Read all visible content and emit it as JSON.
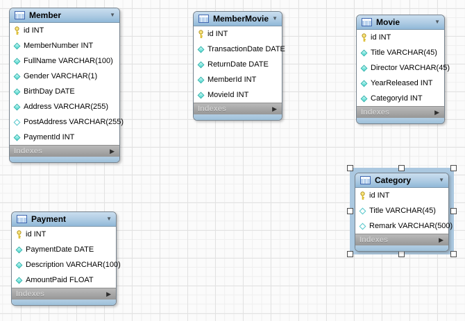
{
  "app": {
    "view": "eer-diagram-canvas"
  },
  "labels": {
    "indexes": "Indexes"
  },
  "icons": {
    "collapse": "▼",
    "expand": "▶"
  },
  "colors": {
    "header_top": "#cadeef",
    "header_bottom": "#90b8d8",
    "table_border": "#76828d",
    "indexes_bar": "#a5a5a5",
    "footer_strip": "#a8c8df",
    "selection_fill": "#abc8e0",
    "key_icon": "#f0d13f",
    "attribute_icon": "#6fe0da",
    "grid_minor": "#efefef",
    "grid_major": "#e2e2e2"
  },
  "tables": [
    {
      "title": "Member",
      "selected": false,
      "columns": [
        {
          "text": "id INT",
          "icon": "primary-key"
        },
        {
          "text": "MemberNumber INT",
          "icon": "attribute"
        },
        {
          "text": "FullName VARCHAR(100)",
          "icon": "attribute"
        },
        {
          "text": "Gender VARCHAR(1)",
          "icon": "attribute"
        },
        {
          "text": "BirthDay DATE",
          "icon": "attribute"
        },
        {
          "text": "Address VARCHAR(255)",
          "icon": "attribute"
        },
        {
          "text": "PostAddress VARCHAR(255)",
          "icon": "attribute-nullable"
        },
        {
          "text": "PaymentId INT",
          "icon": "attribute"
        }
      ]
    },
    {
      "title": "MemberMovie",
      "selected": false,
      "columns": [
        {
          "text": "id INT",
          "icon": "primary-key"
        },
        {
          "text": "TransactionDate DATE",
          "icon": "attribute"
        },
        {
          "text": "ReturnDate DATE",
          "icon": "attribute"
        },
        {
          "text": "MemberId INT",
          "icon": "attribute"
        },
        {
          "text": "MovieId INT",
          "icon": "attribute"
        }
      ]
    },
    {
      "title": "Movie",
      "selected": false,
      "columns": [
        {
          "text": "id INT",
          "icon": "primary-key"
        },
        {
          "text": "Title VARCHAR(45)",
          "icon": "attribute"
        },
        {
          "text": "Director VARCHAR(45)",
          "icon": "attribute"
        },
        {
          "text": "YearReleased INT",
          "icon": "attribute"
        },
        {
          "text": "CategoryId INT",
          "icon": "attribute"
        }
      ]
    },
    {
      "title": "Category",
      "selected": true,
      "columns": [
        {
          "text": "id INT",
          "icon": "primary-key"
        },
        {
          "text": "Title VARCHAR(45)",
          "icon": "attribute-nullable"
        },
        {
          "text": "Remark VARCHAR(500)",
          "icon": "attribute-nullable"
        }
      ]
    },
    {
      "title": "Payment",
      "selected": false,
      "columns": [
        {
          "text": "id INT",
          "icon": "primary-key"
        },
        {
          "text": "PaymentDate DATE",
          "icon": "attribute"
        },
        {
          "text": "Description VARCHAR(100)",
          "icon": "attribute"
        },
        {
          "text": "AmountPaid FLOAT",
          "icon": "attribute"
        }
      ]
    }
  ]
}
